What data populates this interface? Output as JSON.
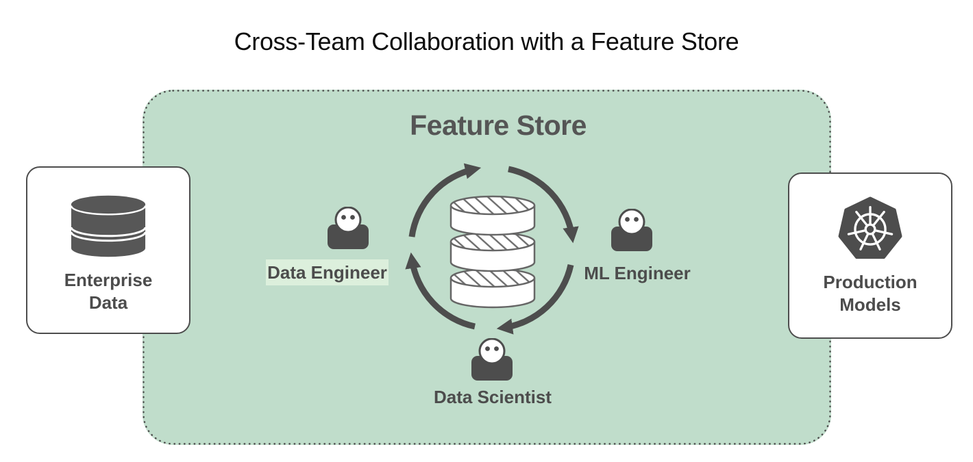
{
  "title": "Cross-Team Collaboration with a Feature Store",
  "feature_store": {
    "title": "Feature Store",
    "center_icon": "database-cycle-icon",
    "roles": {
      "data_engineer": {
        "label": "Data Engineer",
        "highlighted": true,
        "icon": "person-icon"
      },
      "ml_engineer": {
        "label": "ML Engineer",
        "highlighted": false,
        "icon": "person-icon"
      },
      "data_scientist": {
        "label": "Data Scientist",
        "highlighted": false,
        "icon": "person-icon"
      }
    }
  },
  "enterprise_data_card": {
    "line1": "Enterprise",
    "line2": "Data",
    "icon": "database-icon"
  },
  "production_models_card": {
    "line1": "Production",
    "line2": "Models",
    "icon": "kubernetes-icon"
  },
  "colors": {
    "feature_store_bg": "#c0ddcb",
    "role_highlight_bg": "#dcefdc",
    "dark_gray": "#4d4d4d",
    "label_text": "#4c4c4c",
    "panel_title_text": "#555555",
    "card_bg": "#ffffff"
  }
}
